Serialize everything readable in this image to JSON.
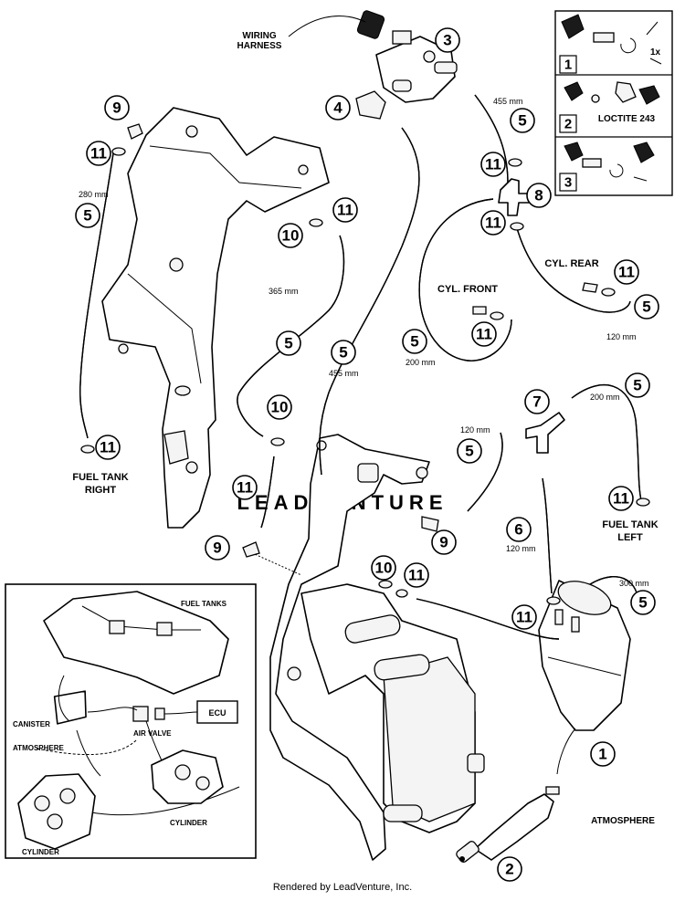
{
  "callouts": [
    "1",
    "2",
    "3",
    "4",
    "5",
    "6",
    "7",
    "8",
    "9",
    "10",
    "11"
  ],
  "labels": {
    "wiring_harness": "WIRING\nHARNESS",
    "cyl_front": "CYL. FRONT",
    "cyl_rear": "CYL. REAR",
    "fuel_tank_right": "FUEL TANK\nRIGHT",
    "fuel_tank_left": "FUEL TANK\nLEFT",
    "atmosphere": "ATMOSPHERE",
    "loctite": "LOCTITE 243"
  },
  "dimensions": {
    "d280": "280 mm",
    "d365": "365 mm",
    "d455a": "455 mm",
    "d455b": "455 mm",
    "d200a": "200 mm",
    "d120a": "120 mm",
    "d200b": "200 mm",
    "d120b": "120 mm",
    "d120c": "120 mm",
    "d300": "300 mm"
  },
  "legend_steps": [
    "1",
    "2",
    "3"
  ],
  "legend_1x": "1x",
  "inset": {
    "fuel_tanks": "FUEL TANKS",
    "canister": "CANISTER",
    "atmosphere": "ATMOSPHERE",
    "air_valve": "AIR VALVE",
    "ecu": "ECU",
    "cylinder_left": "CYLINDER",
    "cylinder_right": "CYLINDER"
  },
  "footer": "Rendered by LeadVenture, Inc.",
  "watermark": "LEADVENTURE"
}
